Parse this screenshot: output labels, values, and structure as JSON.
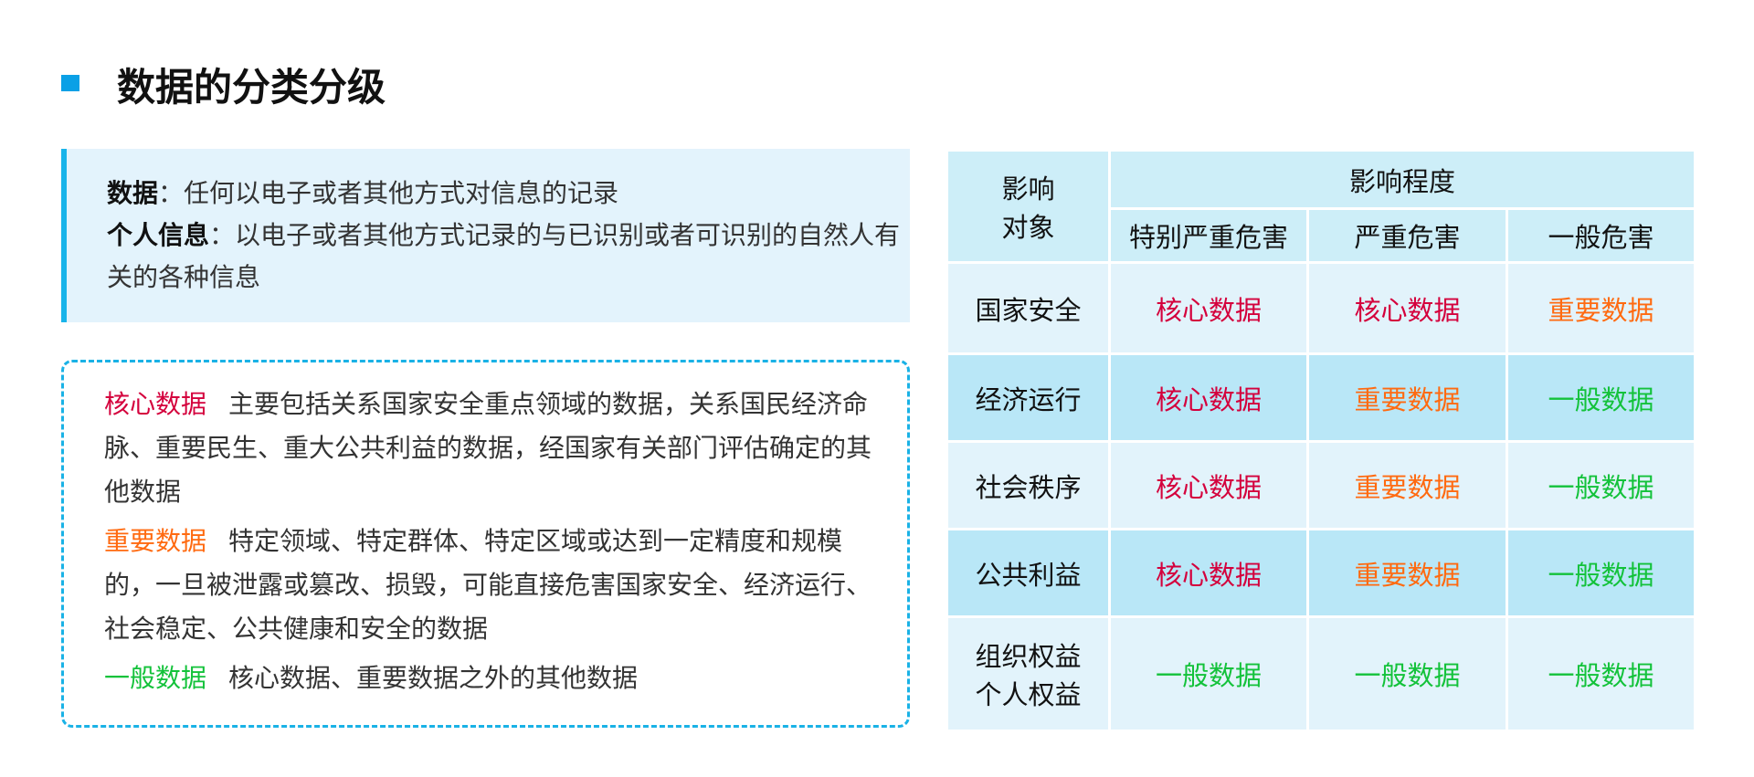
{
  "title": "数据的分类分级",
  "info": {
    "data_term": "数据",
    "data_def": "：任何以电子或者其他方式对信息的记录",
    "pi_term": "个人信息",
    "pi_def": "：以电子或者其他方式记录的与已识别或者可识别的自然人有关的各种信息"
  },
  "levels": [
    {
      "term": "核心数据",
      "desc": "主要包括关系国家安全重点领域的数据，关系国民经济命脉、重要民生、重大公共利益的数据，经国家有关部门评估确定的其他数据"
    },
    {
      "term": "重要数据",
      "desc": "特定领域、特定群体、特定区域或达到一定精度和规模的，一旦被泄露或篡改、损毁，可能直接危害国家安全、经济运行、社会稳定、公共健康和安全的数据"
    },
    {
      "term": "一般数据",
      "desc": "核心数据、重要数据之外的其他数据"
    }
  ],
  "table": {
    "corner": [
      "影响",
      "对象"
    ],
    "group_header": "影响程度",
    "columns": [
      "特别严重危害",
      "严重危害",
      "一般危害"
    ],
    "rows": [
      {
        "label": [
          "国家安全"
        ],
        "cells": [
          "核心数据",
          "核心数据",
          "重要数据"
        ]
      },
      {
        "label": [
          "经济运行"
        ],
        "cells": [
          "核心数据",
          "重要数据",
          "一般数据"
        ]
      },
      {
        "label": [
          "社会秩序"
        ],
        "cells": [
          "核心数据",
          "重要数据",
          "一般数据"
        ]
      },
      {
        "label": [
          "公共利益"
        ],
        "cells": [
          "核心数据",
          "重要数据",
          "一般数据"
        ]
      },
      {
        "label": [
          "组织权益",
          "个人权益"
        ],
        "cells": [
          "一般数据",
          "一般数据",
          "一般数据"
        ]
      }
    ]
  },
  "colors": {
    "core": "#d4003c",
    "important": "#ff6a10",
    "general": "#13c23a",
    "accent": "#19b4ea"
  }
}
